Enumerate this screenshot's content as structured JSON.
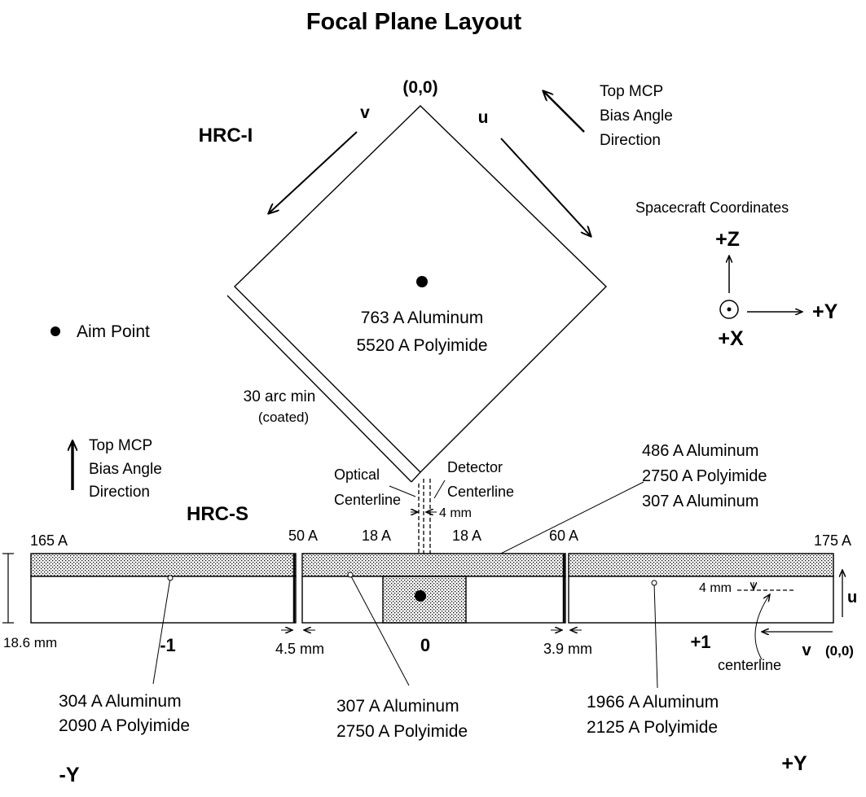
{
  "title": "Focal Plane Layout",
  "hrc_i": {
    "name": "HRC-I",
    "origin_label": "(0,0)",
    "v_label": "v",
    "u_label": "u",
    "filter_line1": "763 A Aluminum",
    "filter_line2": "5520 A Polyimide",
    "coated_line1": "30 arc min",
    "coated_line2": "(coated)",
    "bias": [
      "Top MCP",
      "Bias Angle",
      "Direction"
    ]
  },
  "spacecraft": {
    "title": "Spacecraft Coordinates",
    "z": "+Z",
    "y": "+Y",
    "x": "+X"
  },
  "aim_point": "Aim Point",
  "hrc_s": {
    "name": "HRC-S",
    "bias": [
      "Top MCP",
      "Bias Angle",
      "Direction"
    ],
    "optical_line1": "Optical",
    "optical_line2": "Centerline",
    "detector_line1": "Detector",
    "detector_line2": "Centerline",
    "offset_4mm": "4 mm",
    "right_filter": [
      "486 A Aluminum",
      "2750 A Polyimide",
      "307 A Aluminum"
    ],
    "thickness_165": "165 A",
    "thickness_50": "50 A",
    "thickness_18_left": "18 A",
    "thickness_18_right": "18 A",
    "thickness_60": "60 A",
    "thickness_175": "175 A",
    "height_mm": "18.6 mm",
    "gap_left": "4.5 mm",
    "gap_right": "3.9 mm",
    "seg_minus1": "-1",
    "seg_0": "0",
    "seg_plus1": "+1",
    "centerline_offset": "4 mm",
    "centerline": "centerline",
    "u_label": "u",
    "v_label": "v",
    "origin_label": "(0,0)",
    "left_filter": [
      "304 A Aluminum",
      "2090 A Polyimide"
    ],
    "center_filter": [
      "307 A Aluminum",
      "2750 A Polyimide"
    ],
    "right_seg_filter": [
      "1966 A Aluminum",
      "2125 A Polyimide"
    ],
    "minus_y": "-Y",
    "plus_y": "+Y"
  }
}
